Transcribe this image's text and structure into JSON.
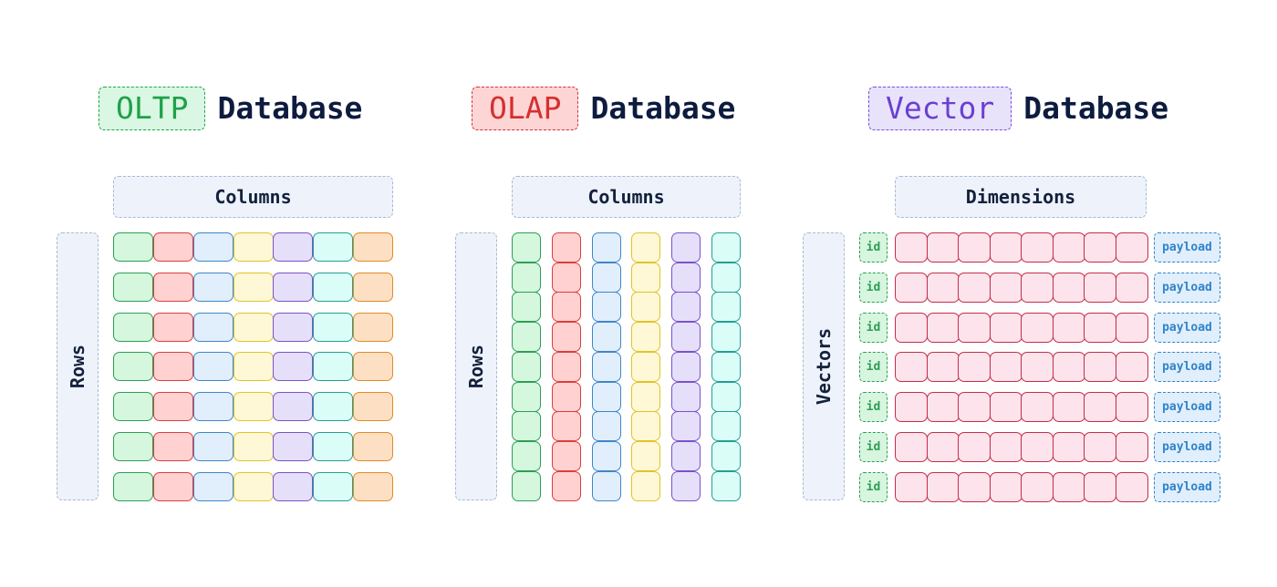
{
  "oltp": {
    "title": {
      "badge": "OLTP",
      "word": "Database"
    },
    "header_label": "Columns",
    "side_label": "Rows",
    "row_count": 7,
    "column_colors": [
      {
        "fill": "#d4f7dd",
        "stroke": "#2e9e55"
      },
      {
        "fill": "#ffd1d1",
        "stroke": "#dd3d3d"
      },
      {
        "fill": "#e1eefc",
        "stroke": "#3f86c9"
      },
      {
        "fill": "#fff8d7",
        "stroke": "#e0c424"
      },
      {
        "fill": "#e6dff9",
        "stroke": "#7a52cc"
      },
      {
        "fill": "#dbfdf8",
        "stroke": "#22a08f"
      },
      {
        "fill": "#fde0c3",
        "stroke": "#e38a25"
      }
    ]
  },
  "olap": {
    "title": {
      "badge": "OLAP",
      "word": "Database"
    },
    "header_label": "Columns",
    "side_label": "Rows",
    "row_count": 9,
    "column_colors": [
      {
        "fill": "#d4f7dd",
        "stroke": "#2e9e55"
      },
      {
        "fill": "#ffd1d1",
        "stroke": "#dd3d3d"
      },
      {
        "fill": "#e1eefc",
        "stroke": "#3f86c9"
      },
      {
        "fill": "#fff8d7",
        "stroke": "#e0c424"
      },
      {
        "fill": "#e6dff9",
        "stroke": "#7a52cc"
      },
      {
        "fill": "#dbfdf8",
        "stroke": "#22a08f"
      }
    ]
  },
  "vector": {
    "title": {
      "badge": "Vector",
      "word": "Database"
    },
    "header_label": "Dimensions",
    "side_label": "Vectors",
    "row_count": 7,
    "dimension_count": 8,
    "id_label": "id",
    "payload_label": "payload",
    "colors": {
      "dimension": {
        "fill": "#fde4ec",
        "stroke": "#c32d4a"
      },
      "id": {
        "fill": "#d7f5df",
        "stroke": "#2e9e55",
        "text": "#2e9e55"
      },
      "payload": {
        "fill": "#e1eefc",
        "stroke": "#2f84c8",
        "text": "#2f84c8"
      }
    }
  },
  "badge_colors": {
    "oltp": {
      "fill": "#d9f7e2",
      "stroke": "#27a24f",
      "text": "#1fa14a"
    },
    "olap": {
      "fill": "#fdd5d5",
      "stroke": "#d83333",
      "text": "#d62f2f"
    },
    "vector": {
      "fill": "#e8e2fb",
      "stroke": "#7a4fd6",
      "text": "#6a3fd0"
    }
  }
}
